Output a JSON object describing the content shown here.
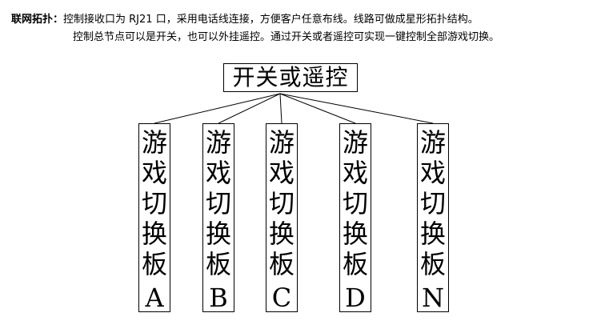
{
  "intro": {
    "label": "联网拓扑：",
    "line1": "控制接收口为 RJ21 口，采用电话线连接，方便客户任意布线。线路可做成星形拓扑结构。",
    "line2": "控制总节点可以是开关，也可以外挂遥控。通过开关或者遥控可实现一键控制全部游戏切换。"
  },
  "diagram": {
    "root": "开关或遥控",
    "leaves": [
      {
        "text": "游戏切换板",
        "letter": "A"
      },
      {
        "text": "游戏切换板",
        "letter": "B"
      },
      {
        "text": "游戏切换板",
        "letter": "C"
      },
      {
        "text": "游戏切换板",
        "letter": "D"
      },
      {
        "text": "游戏切换板",
        "letter": "N"
      }
    ]
  }
}
